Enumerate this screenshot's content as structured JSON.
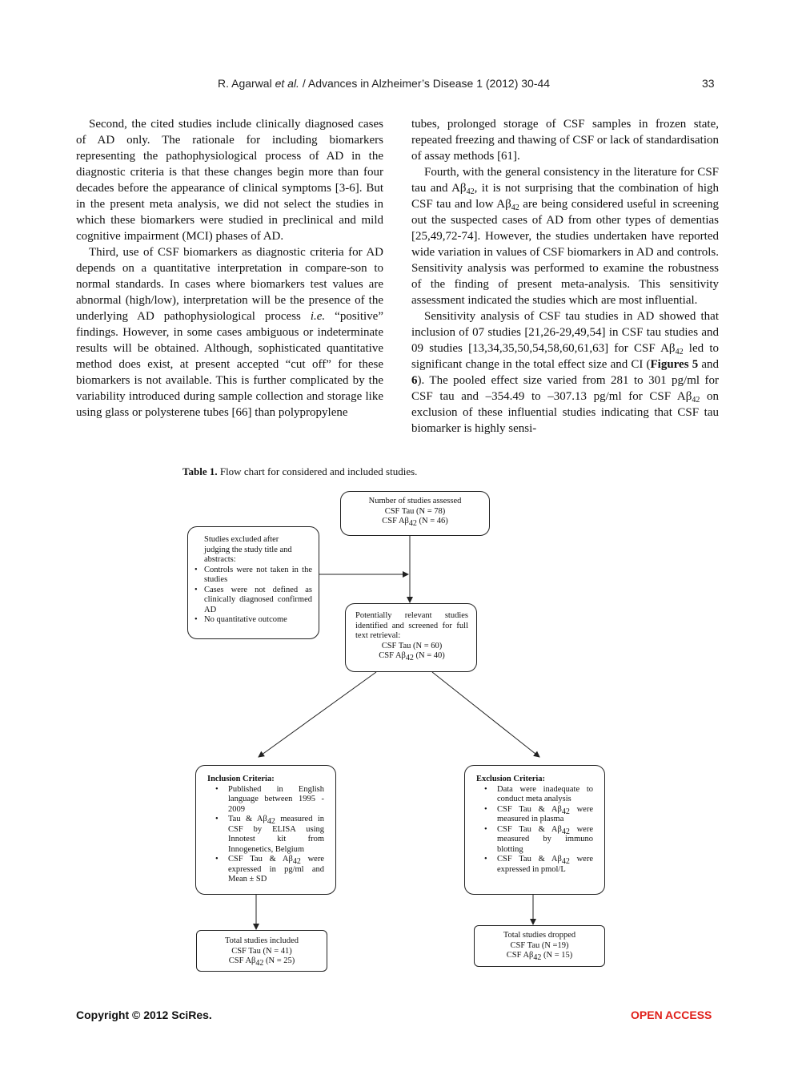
{
  "header": {
    "authors_pre": "R. Agarwal ",
    "etal": "et al.",
    "journal": " / Advances in Alzheimer’s Disease 1 (2012) 30-44",
    "page_number": "33"
  },
  "left_column": {
    "p1": "Second, the cited studies include clinically diagnosed cases of AD only. The rationale for including biomarkers representing the pathophysiological process of AD in the diagnostic criteria is that these changes begin more than four decades before the appearance of clinical symptoms [3-6]. But in the present meta analysis, we did not select the studies in which these biomarkers were studied in preclinical and mild cognitive impairment (MCI) phases of AD.",
    "p2_a": "Third, use of CSF biomarkers as diagnostic criteria for AD depends on a quantitative interpretation in compare-son to normal standards. In cases where biomarkers test values are abnormal (high/low), interpretation will be the presence of the underlying AD pathophysiological process ",
    "p2_ie": "i.e.",
    "p2_b": " “positive” findings. However, in some cases ambiguous or indeterminate results will be obtained. Although, sophisticated quantitative method does exist, at present accepted “cut off” for these biomarkers is not available. This is further complicated by the variability introduced during sample collection and storage like using glass or polysterene tubes [66] than polypropylene"
  },
  "right_column": {
    "p1": "tubes, prolonged storage of CSF samples in frozen state, repeated freezing and thawing of CSF or lack of standardisation of assay methods [61].",
    "p2_a": "Fourth, with the general consistency in the literature for CSF tau and Aβ",
    "p2_b": ", it is not surprising that the combination of high CSF tau and low Aβ",
    "p2_c": " are being considered useful in screening out the suspected cases of AD from other types of dementias [25,49,72-74]. However, the studies undertaken have reported wide variation in values of CSF biomarkers in AD and controls. Sensitivity analysis was performed to examine the robustness of the finding of present meta-analysis. This sensitivity assessment indicated the studies which are most influential.",
    "p3_a": "Sensitivity analysis of CSF tau studies in AD showed that inclusion of 07 studies [21,26-29,49,54] in CSF tau studies and 09 studies [13,34,35,50,54,58,60,61,63] for CSF Aβ",
    "p3_b": " led to significant change in the total effect size and CI (",
    "p3_fig5": "Figures 5",
    "p3_and": " and ",
    "p3_fig6": "6",
    "p3_c": "). The pooled effect size varied from 281 to 301 pg/ml for CSF tau and –354.49 to –307.13 pg/ml for CSF Aβ",
    "p3_d": " on exclusion of these influential studies indicating that CSF tau biomarker is highly sensi-",
    "sub42": "42"
  },
  "table_caption": {
    "label": "Table 1.",
    "text": " Flow chart for considered and included studies."
  },
  "flowchart": {
    "assessed": {
      "title": "Number of studies assessed",
      "tau": "CSF Tau (N = 78)",
      "ab_pre": "CSF Aβ",
      "ab_post": " (N = 46)"
    },
    "excluded": {
      "l1": "Studies excluded after",
      "l2": "judging the study title and",
      "l3": "abstracts:",
      "b1": "Controls were not taken in the studies",
      "b2": "Cases were not defined as clinically diagnosed confirmed AD",
      "b3": "No quantitative outcome"
    },
    "relevant": {
      "l1": "Potentially relevant studies identified and screened for full text retrieval:",
      "tau": "CSF Tau (N = 60)",
      "ab_pre": "CSF Aβ",
      "ab_post": " (N = 40)"
    },
    "inclusion": {
      "title": "Inclusion Criteria:",
      "i1": "Published in English language between 1995 - 2009",
      "i2_pre": "Tau & Aβ",
      "i2_post": " measured in CSF by ELISA using Innotest kit from Innogenetics, Belgium",
      "i3_pre": "CSF Tau & Aβ",
      "i3_post": " were expressed in pg/ml and Mean ± SD"
    },
    "exclusion": {
      "title": "Exclusion Criteria:",
      "e1": "Data were inadequate to conduct meta analysis",
      "e2_pre": "CSF Tau & Aβ",
      "e2_post": " were measured in plasma",
      "e3_pre": "CSF Tau & Aβ",
      "e3_post": " were measured by immuno blotting",
      "e4_pre": "CSF Tau & Aβ",
      "e4_post": " were expressed in pmol/L"
    },
    "included_total": {
      "title": "Total studies included",
      "tau": "CSF Tau (N = 41)",
      "ab_pre": "CSF Aβ",
      "ab_post": " (N = 25)"
    },
    "dropped_total": {
      "title": "Total studies dropped",
      "tau": "CSF Tau (N =19)",
      "ab_pre": "CSF Aβ",
      "ab_post": " (N = 15)"
    },
    "sub42": "42"
  },
  "footer": {
    "copyright": "Copyright © 2012 SciRes.",
    "open_access": "OPEN ACCESS"
  }
}
